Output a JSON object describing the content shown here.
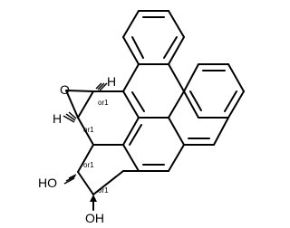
{
  "molecule": {
    "labels": {
      "epoxide_oxygen": "O",
      "epoxide_h_left": "H",
      "epoxide_h_right": "H",
      "hydroxyl_left": "HO",
      "hydroxyl_bottom": "OH"
    },
    "stereo": {
      "c1": "or1",
      "c2": "or1",
      "c3": "or1",
      "c4": "or1"
    }
  }
}
